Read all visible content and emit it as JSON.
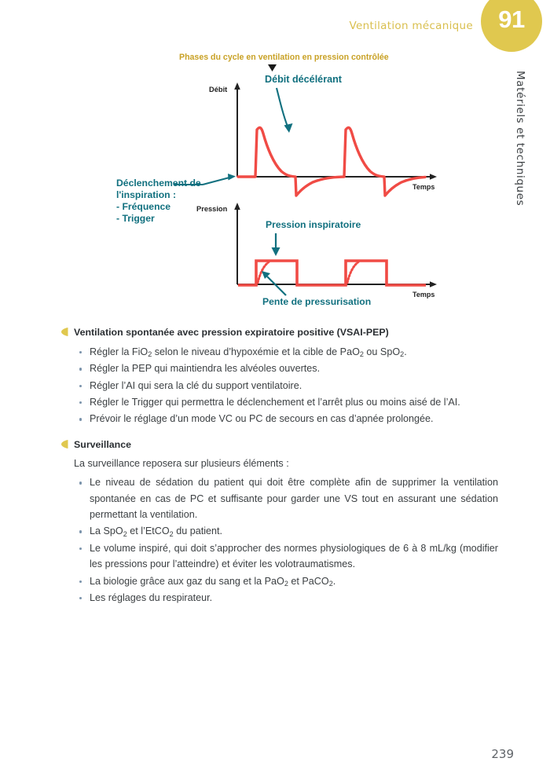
{
  "header": {
    "chapter_number": "91",
    "chapter_title": "Ventilation mécanique",
    "circle_color": "#e0c84f",
    "title_color": "#d9bf4e"
  },
  "side_tab": {
    "label": "Matériels et techniques"
  },
  "figure": {
    "title": "Phases du cycle en ventilation en pression contrôlée",
    "title_color": "#c9a227",
    "curve_color": "#f04b45",
    "annotation_color": "#11707f",
    "axis_color": "#222222",
    "annotations": {
      "debit_decelerant": "Débit décélérant",
      "declenchement": "Déclenchement de\nl'inspiration :\n- Fréquence\n- Trigger",
      "declenchement_l1": "Déclenchement de",
      "declenchement_l2": "l'inspiration :",
      "declenchement_l3": "- Fréquence",
      "declenchement_l4": "- Trigger",
      "pression_inspiratoire": "Pression inspiratoire",
      "pente_pressurisation": "Pente de pressurisation"
    },
    "charts": [
      {
        "id": "flow-chart",
        "y_axis_label": "Débit",
        "x_axis_label": "Temps"
      },
      {
        "id": "pressure-chart",
        "y_axis_label": "Pression",
        "x_axis_label": "Temps"
      }
    ]
  },
  "chart_data": [
    {
      "type": "line",
      "title": "Débit (flow) en ventilation en pression contrôlée",
      "xlabel": "Temps",
      "ylabel": "Débit",
      "grid": false,
      "legend": "none",
      "annotations": [
        "Débit décélérant",
        "Déclenchement de l'inspiration : - Fréquence - Trigger"
      ],
      "series": [
        {
          "name": "Débit",
          "description": "Deux cycles de débit décélérant : montée verticale rapide au déclenchement, décroissance exponentielle inspiratoire jusqu'à zéro, puis pic expiratoire négatif avec retour exponentiel à la ligne de base.",
          "points": [
            {
              "x": 0,
              "y": 0
            },
            {
              "x": 10,
              "y": 0
            },
            {
              "x": 11,
              "y": 62
            },
            {
              "x": 14,
              "y": 58
            },
            {
              "x": 22,
              "y": 35
            },
            {
              "x": 33,
              "y": 10
            },
            {
              "x": 40,
              "y": 0
            },
            {
              "x": 41,
              "y": -40
            },
            {
              "x": 48,
              "y": -22
            },
            {
              "x": 60,
              "y": -8
            },
            {
              "x": 72,
              "y": -2
            },
            {
              "x": 80,
              "y": 0
            },
            {
              "x": 81,
              "y": 62
            },
            {
              "x": 84,
              "y": 58
            },
            {
              "x": 92,
              "y": 35
            },
            {
              "x": 103,
              "y": 10
            },
            {
              "x": 110,
              "y": 0
            },
            {
              "x": 111,
              "y": -40
            },
            {
              "x": 118,
              "y": -22
            },
            {
              "x": 130,
              "y": -8
            },
            {
              "x": 142,
              "y": -2
            },
            {
              "x": 150,
              "y": 0
            }
          ]
        }
      ]
    },
    {
      "type": "line",
      "title": "Pression en ventilation en pression contrôlée",
      "xlabel": "Temps",
      "ylabel": "Pression",
      "grid": false,
      "legend": "none",
      "annotations": [
        "Pression inspiratoire",
        "Pente de pressurisation"
      ],
      "series": [
        {
          "name": "Pression",
          "description": "Deux créneaux rectangulaires de pression inspiratoire avec pente de pressurisation en pointillés sur le front montant, puis retour à la ligne de base (PEP).",
          "points": [
            {
              "x": 0,
              "y": 0
            },
            {
              "x": 10,
              "y": 0
            },
            {
              "x": 11,
              "y": 100
            },
            {
              "x": 40,
              "y": 100
            },
            {
              "x": 41,
              "y": 0
            },
            {
              "x": 80,
              "y": 0
            },
            {
              "x": 81,
              "y": 100
            },
            {
              "x": 110,
              "y": 100
            },
            {
              "x": 111,
              "y": 0
            },
            {
              "x": 150,
              "y": 0
            }
          ]
        }
      ]
    }
  ],
  "content": {
    "sections": [
      {
        "heading": "Ventilation spontanée avec pression expiratoire positive (VSAI-PEP)",
        "intro": "",
        "items": [
          {
            "html": "Régler la FiO<sub>2</sub> selon le niveau d’hypoxémie et la cible de PaO<sub>2</sub> ou SpO<sub>2</sub>."
          },
          {
            "html": "Régler la PEP qui maintiendra les alvéoles ouvertes."
          },
          {
            "html": "Régler l’AI qui sera la clé du support ventilatoire."
          },
          {
            "html": "Régler le Trigger qui permettra le déclenchement et l’arrêt plus ou moins aisé de l’AI."
          },
          {
            "html": "Prévoir le réglage d’un mode VC ou PC de secours en cas d’apnée prolongée."
          }
        ]
      },
      {
        "heading": "Surveillance",
        "intro": "La surveillance reposera sur plusieurs éléments :",
        "items": [
          {
            "html": "Le niveau de sédation du patient qui doit être complète afin de supprimer la ventilation spontanée en cas de PC et suffisante pour garder une VS tout en assurant une sédation permettant la ventilation."
          },
          {
            "html": "La SpO<sub>2</sub> et l’EtCO<sub>2</sub> du patient."
          },
          {
            "html": "Le volume inspiré, qui doit s’approcher des normes physiologiques de 6 à 8 mL/kg (modifier les pressions pour l’atteindre) et éviter les volotraumatismes."
          },
          {
            "html": "La biologie grâce aux gaz du sang et la PaO<sub>2</sub> et PaCO<sub>2</sub>."
          },
          {
            "html": "Les réglages du respirateur."
          }
        ]
      }
    ]
  },
  "footer": {
    "page_number": "239"
  }
}
